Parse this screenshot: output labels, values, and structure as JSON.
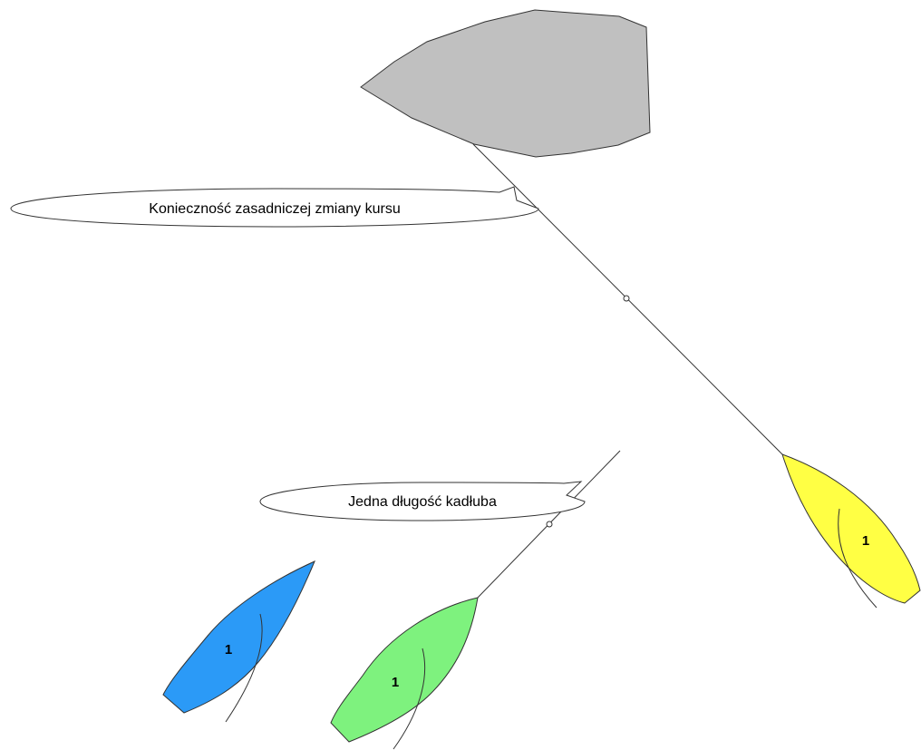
{
  "colors": {
    "mark": "#c0c0c0",
    "boat_yellow": "#ffff44",
    "boat_green": "#7ef27e",
    "boat_blue": "#2b9af7",
    "outline": "#333333"
  },
  "callouts": {
    "course_change": "Konieczność zasadniczej zmiany kursu",
    "hull_length": "Jedna długość kadłuba"
  },
  "boats": {
    "yellow": {
      "number": "1"
    },
    "green": {
      "number": "1"
    },
    "blue": {
      "number": "1"
    }
  }
}
